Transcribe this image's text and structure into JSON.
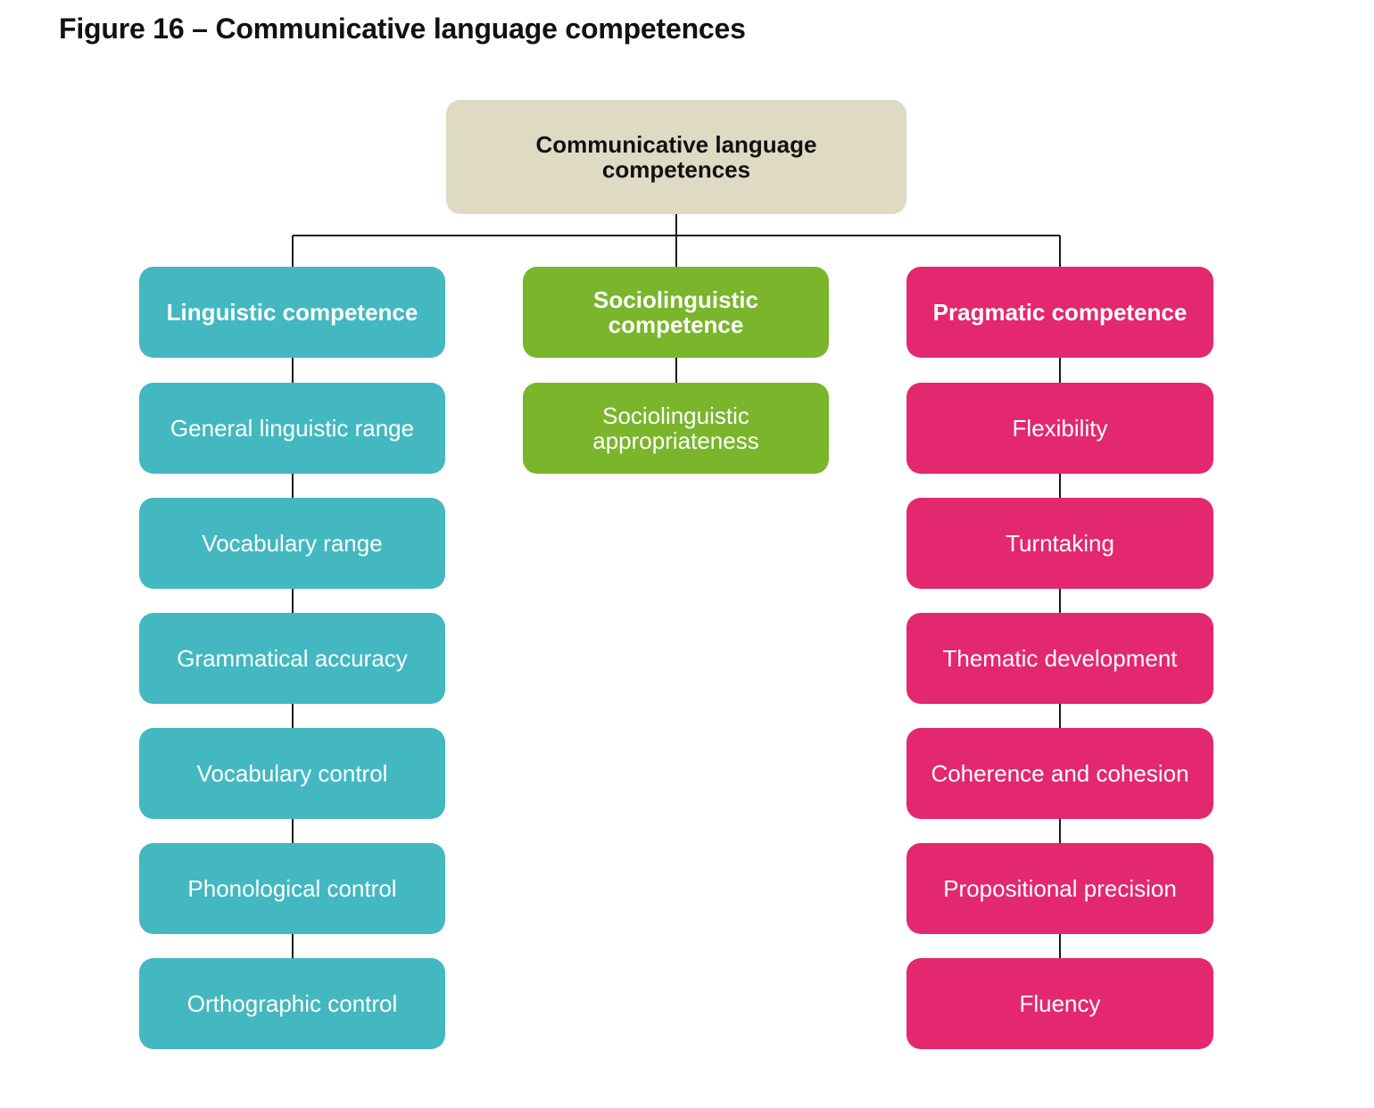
{
  "title": "Figure 16 – Communicative language competences",
  "colors": {
    "root": "#DFDAC4",
    "linguistic": "#43B8C1",
    "sociolinguistic": "#7AB52B",
    "pragmatic": "#E3286F",
    "connector": "#1a1a1a"
  },
  "root": {
    "label": "Communicative language competences"
  },
  "branches": {
    "linguistic": {
      "label": "Linguistic competence",
      "items": [
        "General linguistic range",
        "Vocabulary range",
        "Grammatical accuracy",
        "Vocabulary control",
        "Phonological control",
        "Orthographic control"
      ]
    },
    "sociolinguistic": {
      "label": "Sociolinguistic competence",
      "items": [
        "Sociolinguistic appropriateness"
      ]
    },
    "pragmatic": {
      "label": "Pragmatic competence",
      "items": [
        "Flexibility",
        "Turntaking",
        "Thematic development",
        "Coherence and cohesion",
        "Propositional precision",
        "Fluency"
      ]
    }
  }
}
